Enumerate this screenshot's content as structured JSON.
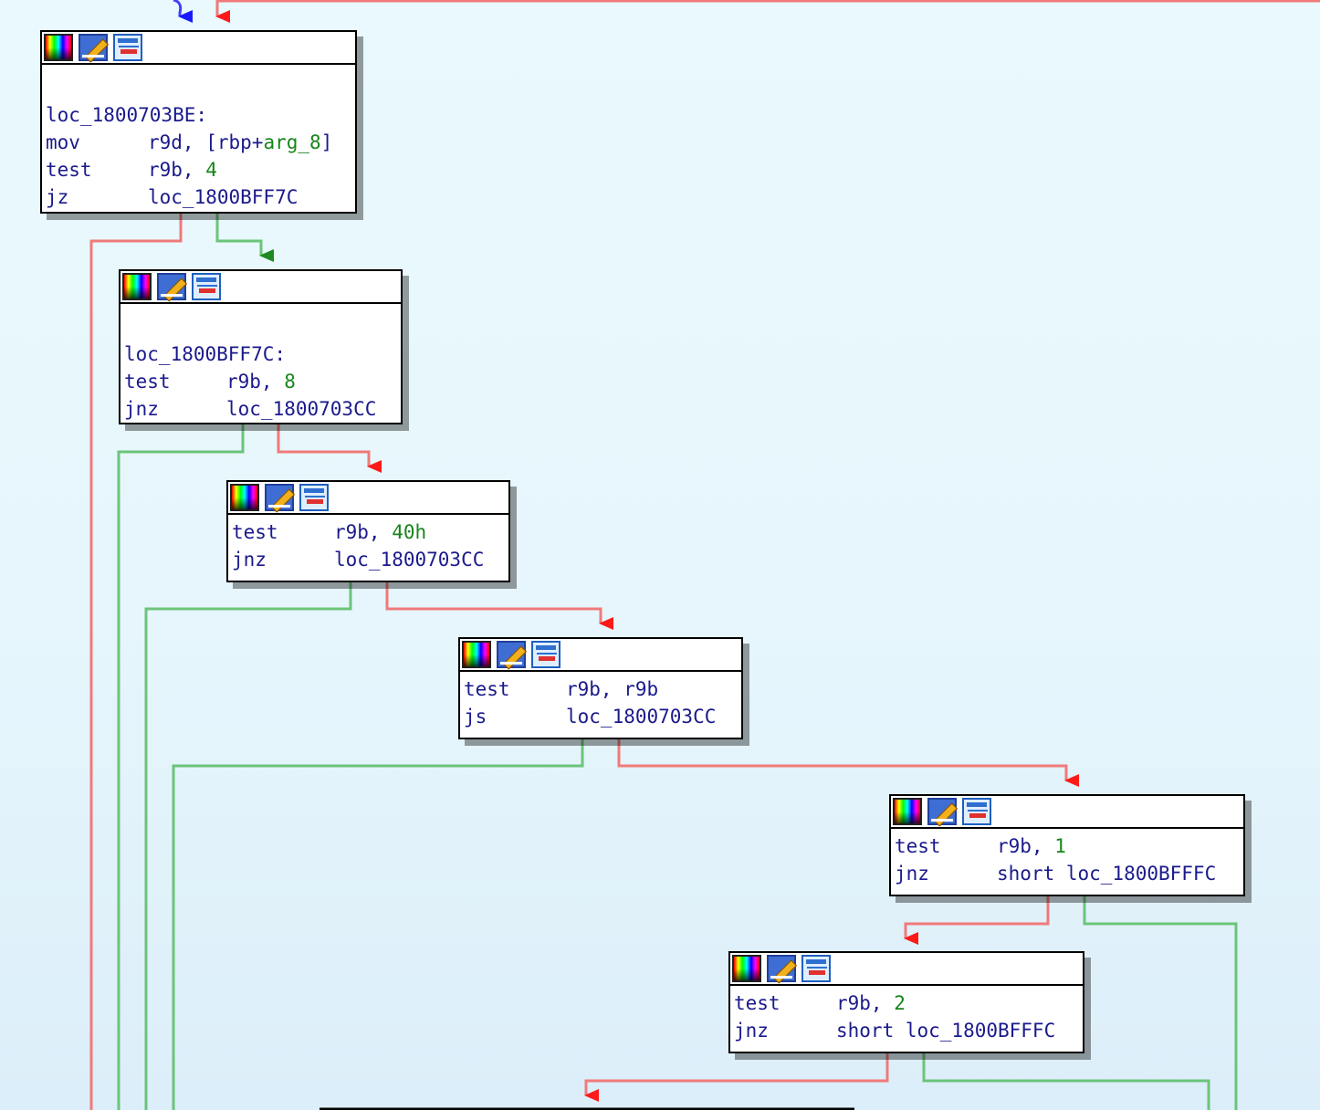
{
  "colors": {
    "true_edge": "#2e9e2e",
    "false_edge": "#ff3030",
    "normal_edge": "#1a1aff",
    "line_green": "#6cc47a",
    "line_red": "#f07a7a",
    "line_blue": "#4040ff"
  },
  "blocks": [
    {
      "id": "b1",
      "label": "loc_1800703BE:",
      "instructions": [
        {
          "mnemonic": "mov",
          "op_pre": "r9d, [rbp+",
          "op_var": "arg_8",
          "op_post": "]",
          "op_num": ""
        },
        {
          "mnemonic": "test",
          "op_pre": "r9b, ",
          "op_var": "",
          "op_post": "",
          "op_num": "4"
        },
        {
          "mnemonic": "jz",
          "op_pre": "loc_1800BFF7C",
          "op_var": "",
          "op_post": "",
          "op_num": ""
        }
      ]
    },
    {
      "id": "b2",
      "label": "loc_1800BFF7C:",
      "instructions": [
        {
          "mnemonic": "test",
          "op_pre": "r9b, ",
          "op_var": "",
          "op_post": "",
          "op_num": "8"
        },
        {
          "mnemonic": "jnz",
          "op_pre": "loc_1800703CC",
          "op_var": "",
          "op_post": "",
          "op_num": ""
        }
      ]
    },
    {
      "id": "b3",
      "label": "",
      "instructions": [
        {
          "mnemonic": "test",
          "op_pre": "r9b, ",
          "op_var": "",
          "op_post": "",
          "op_num": "40h"
        },
        {
          "mnemonic": "jnz",
          "op_pre": "loc_1800703CC",
          "op_var": "",
          "op_post": "",
          "op_num": ""
        }
      ]
    },
    {
      "id": "b4",
      "label": "",
      "instructions": [
        {
          "mnemonic": "test",
          "op_pre": "r9b, r9b",
          "op_var": "",
          "op_post": "",
          "op_num": ""
        },
        {
          "mnemonic": "js",
          "op_pre": "loc_1800703CC",
          "op_var": "",
          "op_post": "",
          "op_num": ""
        }
      ]
    },
    {
      "id": "b5",
      "label": "",
      "instructions": [
        {
          "mnemonic": "test",
          "op_pre": "r9b, ",
          "op_var": "",
          "op_post": "",
          "op_num": "1"
        },
        {
          "mnemonic": "jnz",
          "op_pre": "short loc_1800BFFFC",
          "op_var": "",
          "op_post": "",
          "op_num": ""
        }
      ]
    },
    {
      "id": "b6",
      "label": "",
      "instructions": [
        {
          "mnemonic": "test",
          "op_pre": "r9b, ",
          "op_var": "",
          "op_post": "",
          "op_num": "2"
        },
        {
          "mnemonic": "jnz",
          "op_pre": "short loc_1800BFFFC",
          "op_var": "",
          "op_post": "",
          "op_num": ""
        }
      ]
    }
  ]
}
